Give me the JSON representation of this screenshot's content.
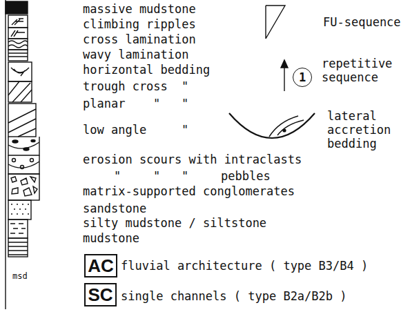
{
  "diagram": {
    "nodes": [
      {
        "text": [
          "1"
        ]
      },
      {
        "text": [
          "AC"
        ]
      },
      {
        "text": [
          "SC"
        ]
      }
    ],
    "labels": [
      "massive mudstone",
      "climbing ripples",
      "cross lamination",
      "wavy lamination",
      "horizontal bedding",
      "trough cross",
      "\"",
      "planar",
      "\"",
      "\"",
      "low angle",
      "\"",
      "erosion scours with intraclasts",
      "\"",
      "\"",
      "\"",
      "pebbles",
      "matrix-supported conglomerates",
      "sandstone",
      "silty mudstone / siltstone",
      "mudstone",
      "FU-sequence",
      "repetitive sequence",
      "lateral accretion bedding",
      "fluvial architecture ( type B3/B4 )",
      "single channels ( type B2a/B2b )",
      "msd"
    ]
  }
}
